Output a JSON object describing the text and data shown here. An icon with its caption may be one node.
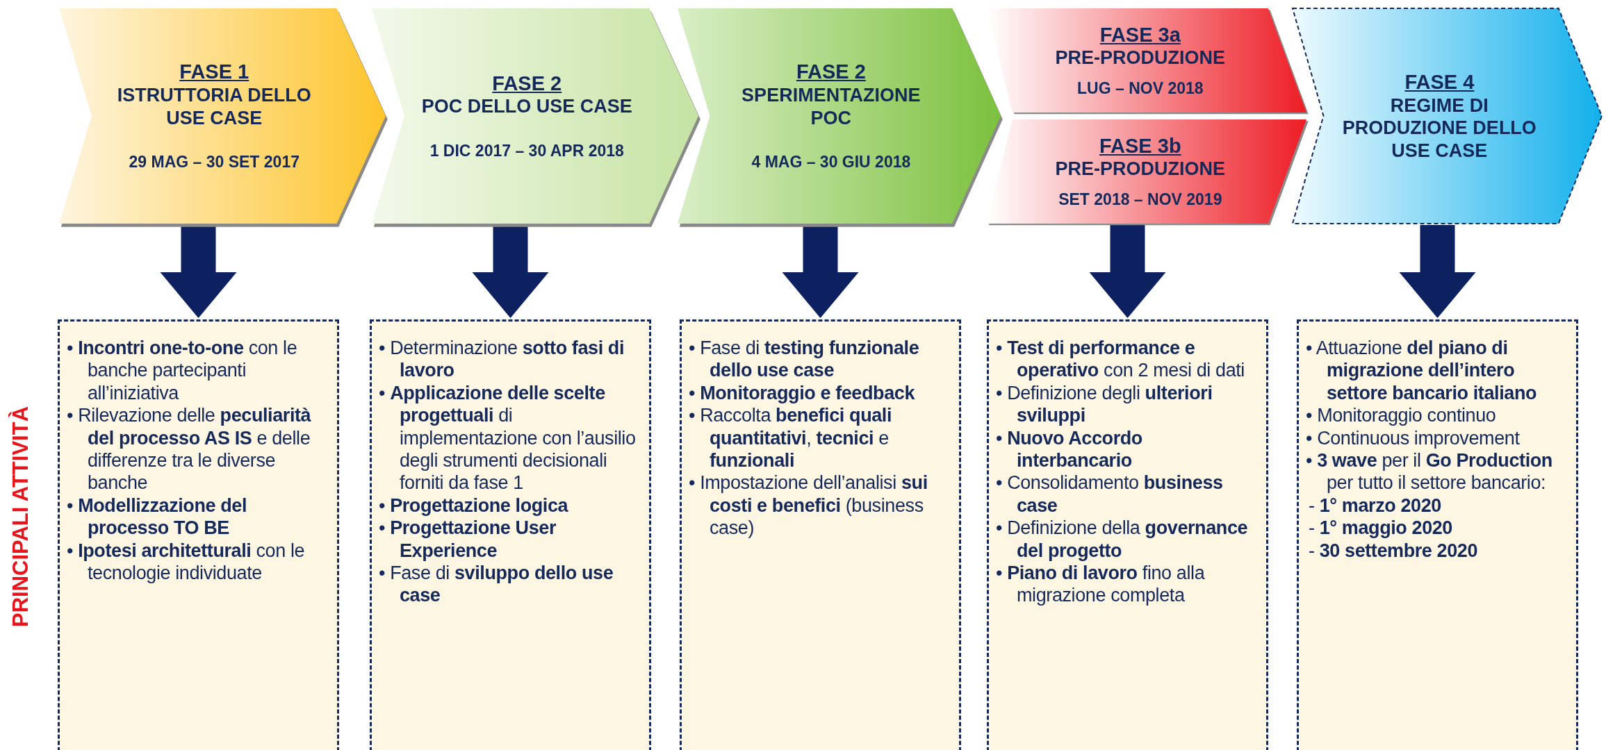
{
  "diagram": {
    "nodes": [
      {
        "text": [
          "FASE 1",
          "ISTRUTTORIA DELLO USE CASE",
          "29 MAG – 30 SET 2017"
        ]
      },
      {
        "text": [
          "FASE 2",
          "POC DELLO USE CASE",
          "1 DIC 2017 – 30 APR 2018"
        ]
      },
      {
        "text": [
          "FASE 2",
          "SPERIMENTAZIONE POC",
          "4 MAG – 30 GIU 2018"
        ]
      },
      {
        "text": [
          "FASE 3a",
          "PRE-PRODUZIONE",
          "LUG – NOV 2018"
        ]
      },
      {
        "text": [
          "FASE 3b",
          "PRE-PRODUZIONE",
          "SET 2018 – NOV 2019"
        ]
      },
      {
        "text": [
          "FASE 4",
          "REGIME DI PRODUZIONE DELLO USE CASE"
        ]
      },
      {
        "text": [
          "• **Incontri one-to-one** con le banche partecipanti all’iniziativa",
          "• Rilevazione delle **peculiarità del processo AS IS** e delle differenze tra le diverse banche",
          "• **Modellizzazione del processo TO BE**",
          "• **Ipotesi architetturali** con le tecnologie individuate"
        ]
      },
      {
        "text": [
          "• Determinazione **sotto fasi di lavoro**",
          "• **Applicazione delle scelte progettuali** di implementazione con l’ausilio degli strumenti decisionali forniti da fase 1",
          "• **Progettazione logica**",
          "• **Progettazione User Experience**",
          "• Fase di **sviluppo dello use case**"
        ]
      },
      {
        "text": [
          "• Fase di **testing funzionale dello use case**",
          "• **Monitoraggio e feedback**",
          "• Raccolta **benefici quali quantitativi**, **tecnici** e **funzionali**",
          "• Impostazione dell’analisi **sui costi e benefici** (business case)"
        ]
      },
      {
        "text": [
          "• **Test di performance e operativo** con 2 mesi di dati",
          "• Definizione degli **ulteriori sviluppi**",
          "• **Nuovo Accordo interbancario**",
          "• Consolidamento **business case**",
          "• Definizione della **governance del progetto**",
          "• **Piano di lavoro** fino alla migrazione completa"
        ]
      },
      {
        "text": [
          "• Attuazione **del piano di migrazione dell’intero settore bancario italiano**",
          "• Monitoraggio continuo",
          "• Continuous improvement",
          "• **3 wave** per il **Go Production** per tutto il settore bancario:",
          "- **1° marzo 2020**",
          "- **1° maggio 2020**",
          "- **30 settembre 2020**"
        ]
      }
    ],
    "edges": [
      {
        "from": 0,
        "to": 6,
        "arrow": "to"
      },
      {
        "from": 1,
        "to": 7,
        "arrow": "to"
      },
      {
        "from": 2,
        "to": 8,
        "arrow": "to"
      },
      {
        "from": 4,
        "to": 9,
        "arrow": "to"
      },
      {
        "from": 5,
        "to": 10,
        "arrow": "to"
      }
    ],
    "labels": [
      "PRINCIPALI ATTIVITÀ"
    ]
  }
}
